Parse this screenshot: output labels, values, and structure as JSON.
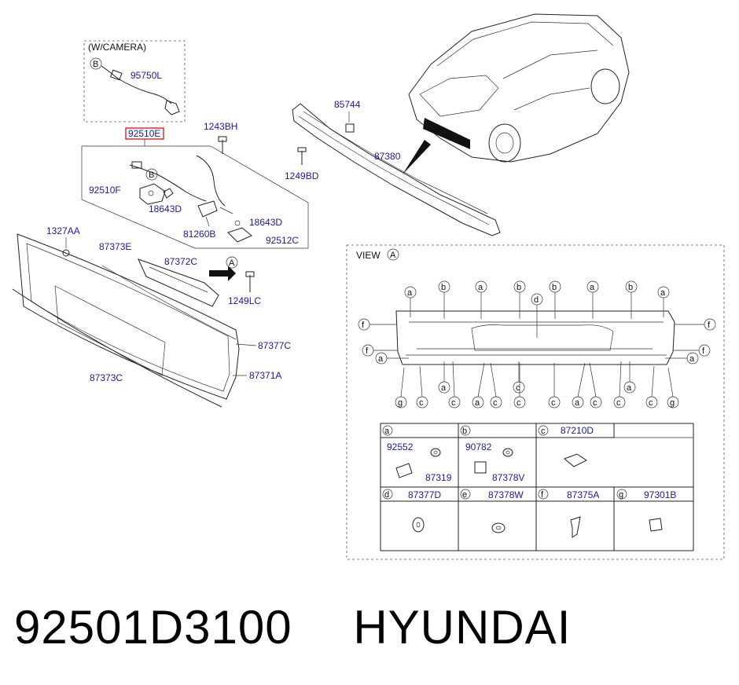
{
  "camera_box": {
    "title": "(W/CAMERA)",
    "callout": "B",
    "part": "95750L"
  },
  "assembly": {
    "main_part": "92510E",
    "accent_color": "#e02020",
    "callout": "B",
    "labels": [
      "1243BH",
      "92510F",
      "18643D",
      "81260B",
      "18643D",
      "92512C"
    ]
  },
  "bumper_parts": [
    "85744",
    "87380",
    "1249BD"
  ],
  "garnish_parts": [
    "1327AA",
    "87373E",
    "87372C",
    "1249LC",
    "87377C",
    "87371A",
    "87373C"
  ],
  "view_marker": "A",
  "view_box": {
    "title": "VIEW",
    "marker": "A",
    "callouts": [
      "a",
      "b",
      "c",
      "d",
      "f",
      "g"
    ]
  },
  "legend": [
    {
      "key": "a",
      "parts": [
        "92552",
        "87319"
      ]
    },
    {
      "key": "b",
      "parts": [
        "90782",
        "87378V"
      ]
    },
    {
      "key": "c",
      "parts": [
        "87210D"
      ]
    },
    {
      "key": "d",
      "parts": [
        "87377D"
      ]
    },
    {
      "key": "e",
      "parts": [
        "87378W"
      ]
    },
    {
      "key": "f",
      "parts": [
        "87375A"
      ]
    },
    {
      "key": "g",
      "parts": [
        "97301B"
      ]
    }
  ],
  "footer": {
    "part_number": "92501D3100",
    "brand": "HYUNDAI"
  }
}
